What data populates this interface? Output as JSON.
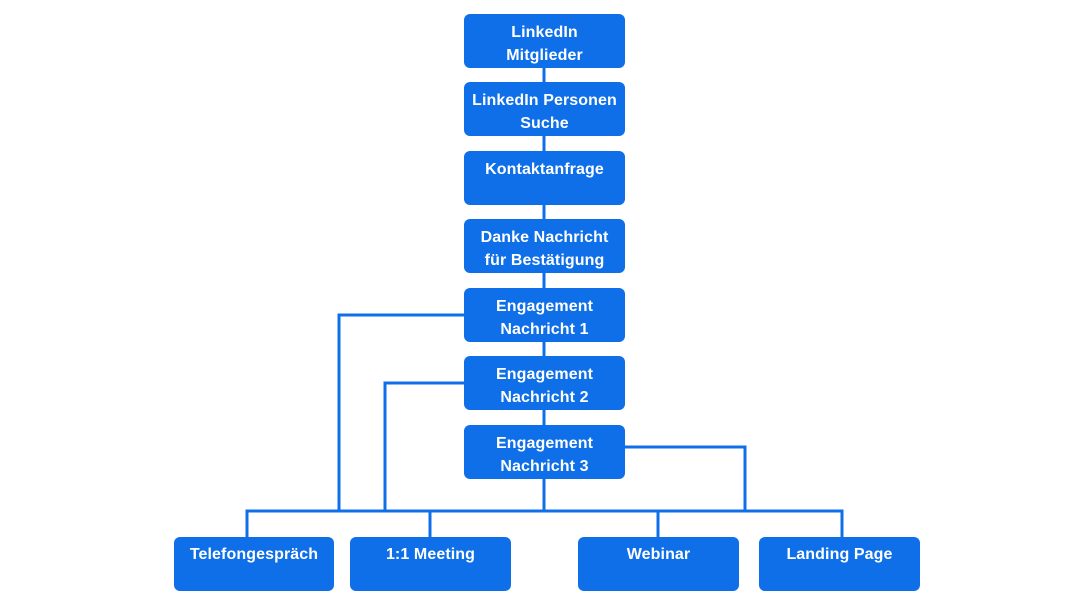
{
  "diagram": {
    "accent_color": "#0f6fe8",
    "line_color": "#0f6fe8",
    "chain": [
      {
        "line1": "LinkedIn",
        "line2": "Mitglieder"
      },
      {
        "line1": "LinkedIn Personen",
        "line2": "Suche"
      },
      {
        "line1": "Kontaktanfrage",
        "line2": ""
      },
      {
        "line1": "Danke Nachricht",
        "line2": "für  Bestätigung"
      },
      {
        "line1": "Engagement",
        "line2": "Nachricht 1"
      },
      {
        "line1": "Engagement",
        "line2": "Nachricht 2"
      },
      {
        "line1": "Engagement",
        "line2": "Nachricht 3"
      }
    ],
    "outcomes": [
      {
        "label": "Telefongespräch"
      },
      {
        "label": "1:1 Meeting"
      },
      {
        "label": "Webinar"
      },
      {
        "label": "Landing Page"
      }
    ]
  }
}
